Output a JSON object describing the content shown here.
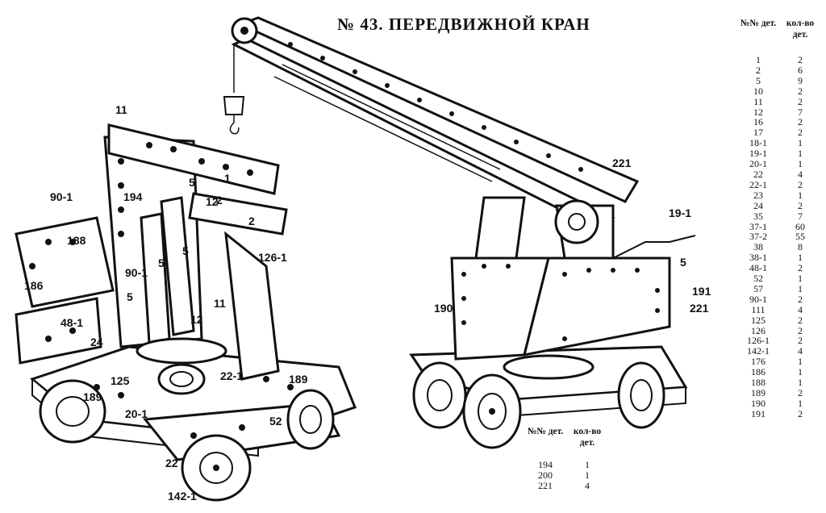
{
  "title": "№ 43. ПЕРЕДВИЖНОЙ КРАН",
  "parts_table": {
    "col_part": "№№ дет.",
    "col_qty": "кол-во дет.",
    "rows": [
      {
        "part": "1",
        "qty": "2"
      },
      {
        "part": "2",
        "qty": "6"
      },
      {
        "part": "5",
        "qty": "9"
      },
      {
        "part": "10",
        "qty": "2"
      },
      {
        "part": "11",
        "qty": "2"
      },
      {
        "part": "12",
        "qty": "7"
      },
      {
        "part": "16",
        "qty": "2"
      },
      {
        "part": "17",
        "qty": "2"
      },
      {
        "part": "18-1",
        "qty": "1"
      },
      {
        "part": "19-1",
        "qty": "1"
      },
      {
        "part": "20-1",
        "qty": "1"
      },
      {
        "part": "22",
        "qty": "4"
      },
      {
        "part": "22-1",
        "qty": "2"
      },
      {
        "part": "23",
        "qty": "1"
      },
      {
        "part": "24",
        "qty": "2"
      },
      {
        "part": "35",
        "qty": "7"
      },
      {
        "part": "37-1",
        "qty": "60"
      },
      {
        "part": "37-2",
        "qty": "55"
      },
      {
        "part": "38",
        "qty": "8"
      },
      {
        "part": "38-1",
        "qty": "1"
      },
      {
        "part": "48-1",
        "qty": "2"
      },
      {
        "part": "52",
        "qty": "1"
      },
      {
        "part": "57",
        "qty": "1"
      },
      {
        "part": "90-1",
        "qty": "2"
      },
      {
        "part": "111",
        "qty": "4"
      },
      {
        "part": "125",
        "qty": "2"
      },
      {
        "part": "126",
        "qty": "2"
      },
      {
        "part": "126-1",
        "qty": "2"
      },
      {
        "part": "142-1",
        "qty": "4"
      },
      {
        "part": "176",
        "qty": "1"
      },
      {
        "part": "186",
        "qty": "1"
      },
      {
        "part": "188",
        "qty": "1"
      },
      {
        "part": "189",
        "qty": "2"
      },
      {
        "part": "190",
        "qty": "1"
      },
      {
        "part": "191",
        "qty": "2"
      }
    ]
  },
  "parts_table_2": {
    "col_part": "№№ дет.",
    "col_qty": "кол-во дет.",
    "rows": [
      {
        "part": "194",
        "qty": "1"
      },
      {
        "part": "200",
        "qty": "1"
      },
      {
        "part": "221",
        "qty": "4"
      }
    ]
  },
  "callouts_left": [
    "11",
    "1",
    "5",
    "12",
    "2",
    "2",
    "90-1",
    "194",
    "188",
    "126-1",
    "186",
    "90-1",
    "5",
    "5",
    "5",
    "11",
    "12",
    "48-1",
    "24",
    "22-1",
    "125",
    "189",
    "189",
    "20-1",
    "52",
    "22",
    "142-1"
  ],
  "callouts_right": [
    "221",
    "19-1",
    "5",
    "191",
    "221",
    "190"
  ]
}
